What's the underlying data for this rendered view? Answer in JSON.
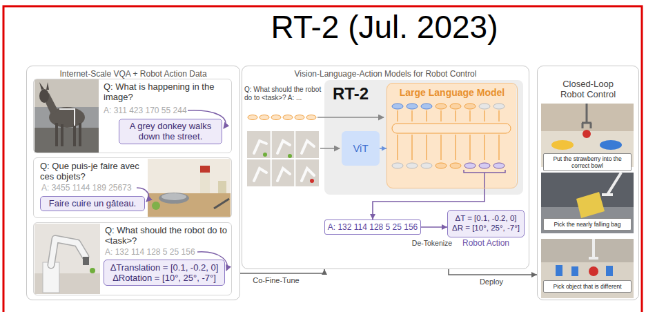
{
  "diagram": {
    "title": "RT-2 (Jul. 2023)",
    "nodes": [
      {
        "text": [
          "Internet-Scale VQA + Robot Action Data"
        ]
      },
      {
        "text": [
          "Q: What is happening in the image?",
          "A: 311 423 170 55 244"
        ],
        "in": 0
      },
      {
        "text": [
          "A grey donkey walks down the street."
        ],
        "in": 1
      },
      {
        "text": [
          "Q: Que puis-je faire avec ces objets?",
          "A: 3455 1144 189 25673"
        ],
        "in": 0
      },
      {
        "text": [
          "Faire cuire un gâteau."
        ],
        "in": 3
      },
      {
        "text": [
          "Q: What should the robot do to <task>?",
          "A: 132 114 128 5 25 156"
        ],
        "in": 0
      },
      {
        "text": [
          "ΔTranslation = [0.1, -0.2, 0]",
          "ΔRotation = [10°, 25°, -7°]"
        ],
        "in": 5
      },
      {
        "text": [
          "Vision-Language-Action Models for Robot Control"
        ]
      },
      {
        "text": [
          "RT-2"
        ],
        "in": 7
      },
      {
        "text": [
          "Large Language Model"
        ],
        "in": 8
      },
      {
        "text": [
          "ViT"
        ],
        "in": 8
      },
      {
        "text": [
          "A: 132 114 128 5 25 156"
        ],
        "in": 7
      },
      {
        "text": [
          "ΔT = [0.1, -0.2, 0]",
          "ΔR = [10°, 25°, -7°]",
          "Robot Action"
        ],
        "in": 7
      },
      {
        "text": [
          "Closed-Loop Robot Control"
        ]
      },
      {
        "text": [
          "Put the strawberry into the correct bowl"
        ],
        "in": 13
      },
      {
        "text": [
          "Pick the nearly falling bag"
        ],
        "in": 13
      },
      {
        "text": [
          "Pick object that is different"
        ],
        "in": 13
      }
    ],
    "edges": [
      {
        "from": 0,
        "to": 7,
        "arrow": "to",
        "label": "Co-Fine-Tune"
      },
      {
        "from": 7,
        "to": 13,
        "arrow": "to",
        "label": "Deploy"
      },
      {
        "from": 10,
        "to": 9,
        "arrow": "to"
      },
      {
        "from": 9,
        "to": 11,
        "arrow": "to"
      },
      {
        "from": 11,
        "to": 12,
        "arrow": "to",
        "label": "De-Tokenize"
      }
    ],
    "labels": [
      "Q: What should the robot do to <task>? A: ..."
    ]
  }
}
